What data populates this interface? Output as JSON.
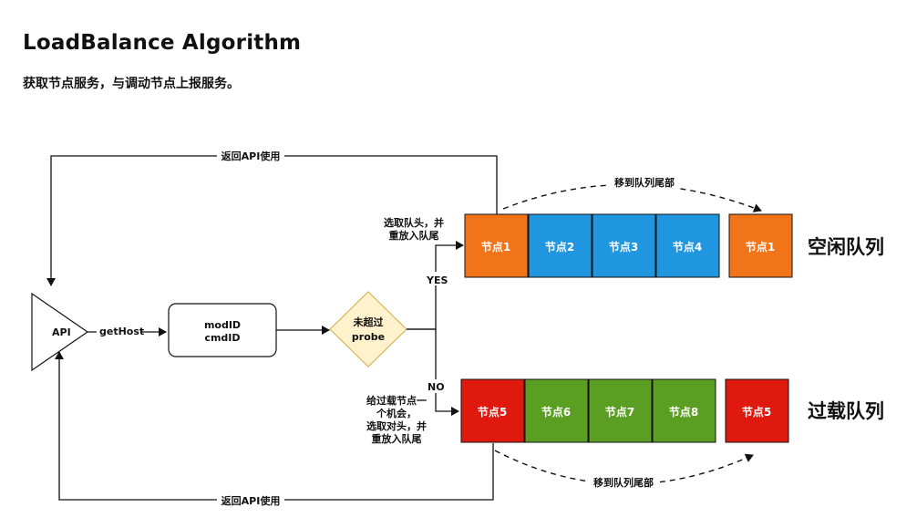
{
  "header": {
    "title": "LoadBalance Algorithm",
    "subtitle": "获取节点服务，与调动节点上报服务。"
  },
  "flow": {
    "api_label": "API",
    "gethost_label": "getHost",
    "mod_line1": "modID",
    "mod_line2": "cmdID",
    "decision_line1": "未超过",
    "decision_line2": "probe",
    "yes_label": "YES",
    "no_label": "NO",
    "return_top": "返回API使用",
    "return_bottom": "返回API使用",
    "yes_note_line1": "选取队头，并",
    "yes_note_line2": "重放入队尾",
    "no_note_line1": "给过载节点一",
    "no_note_line2": "个机会，",
    "no_note_line3": "选取对头，并",
    "no_note_line4": "重放入队尾",
    "move_top": "移到队列尾部",
    "move_bottom": "移到队列尾部"
  },
  "idle_queue": {
    "title": "空闲队列",
    "nodes": [
      "节点1",
      "节点2",
      "节点3",
      "节点4"
    ],
    "moved": "节点1"
  },
  "overload_queue": {
    "title": "过载队列",
    "nodes": [
      "节点5",
      "节点6",
      "节点7",
      "节点8"
    ],
    "moved": "节点5"
  },
  "colors": {
    "orange": "#f27419",
    "blue": "#2196e0",
    "red": "#e0190f",
    "green": "#5a9e22",
    "decision": "#fff2cc",
    "decision_stroke": "#d6b656"
  }
}
